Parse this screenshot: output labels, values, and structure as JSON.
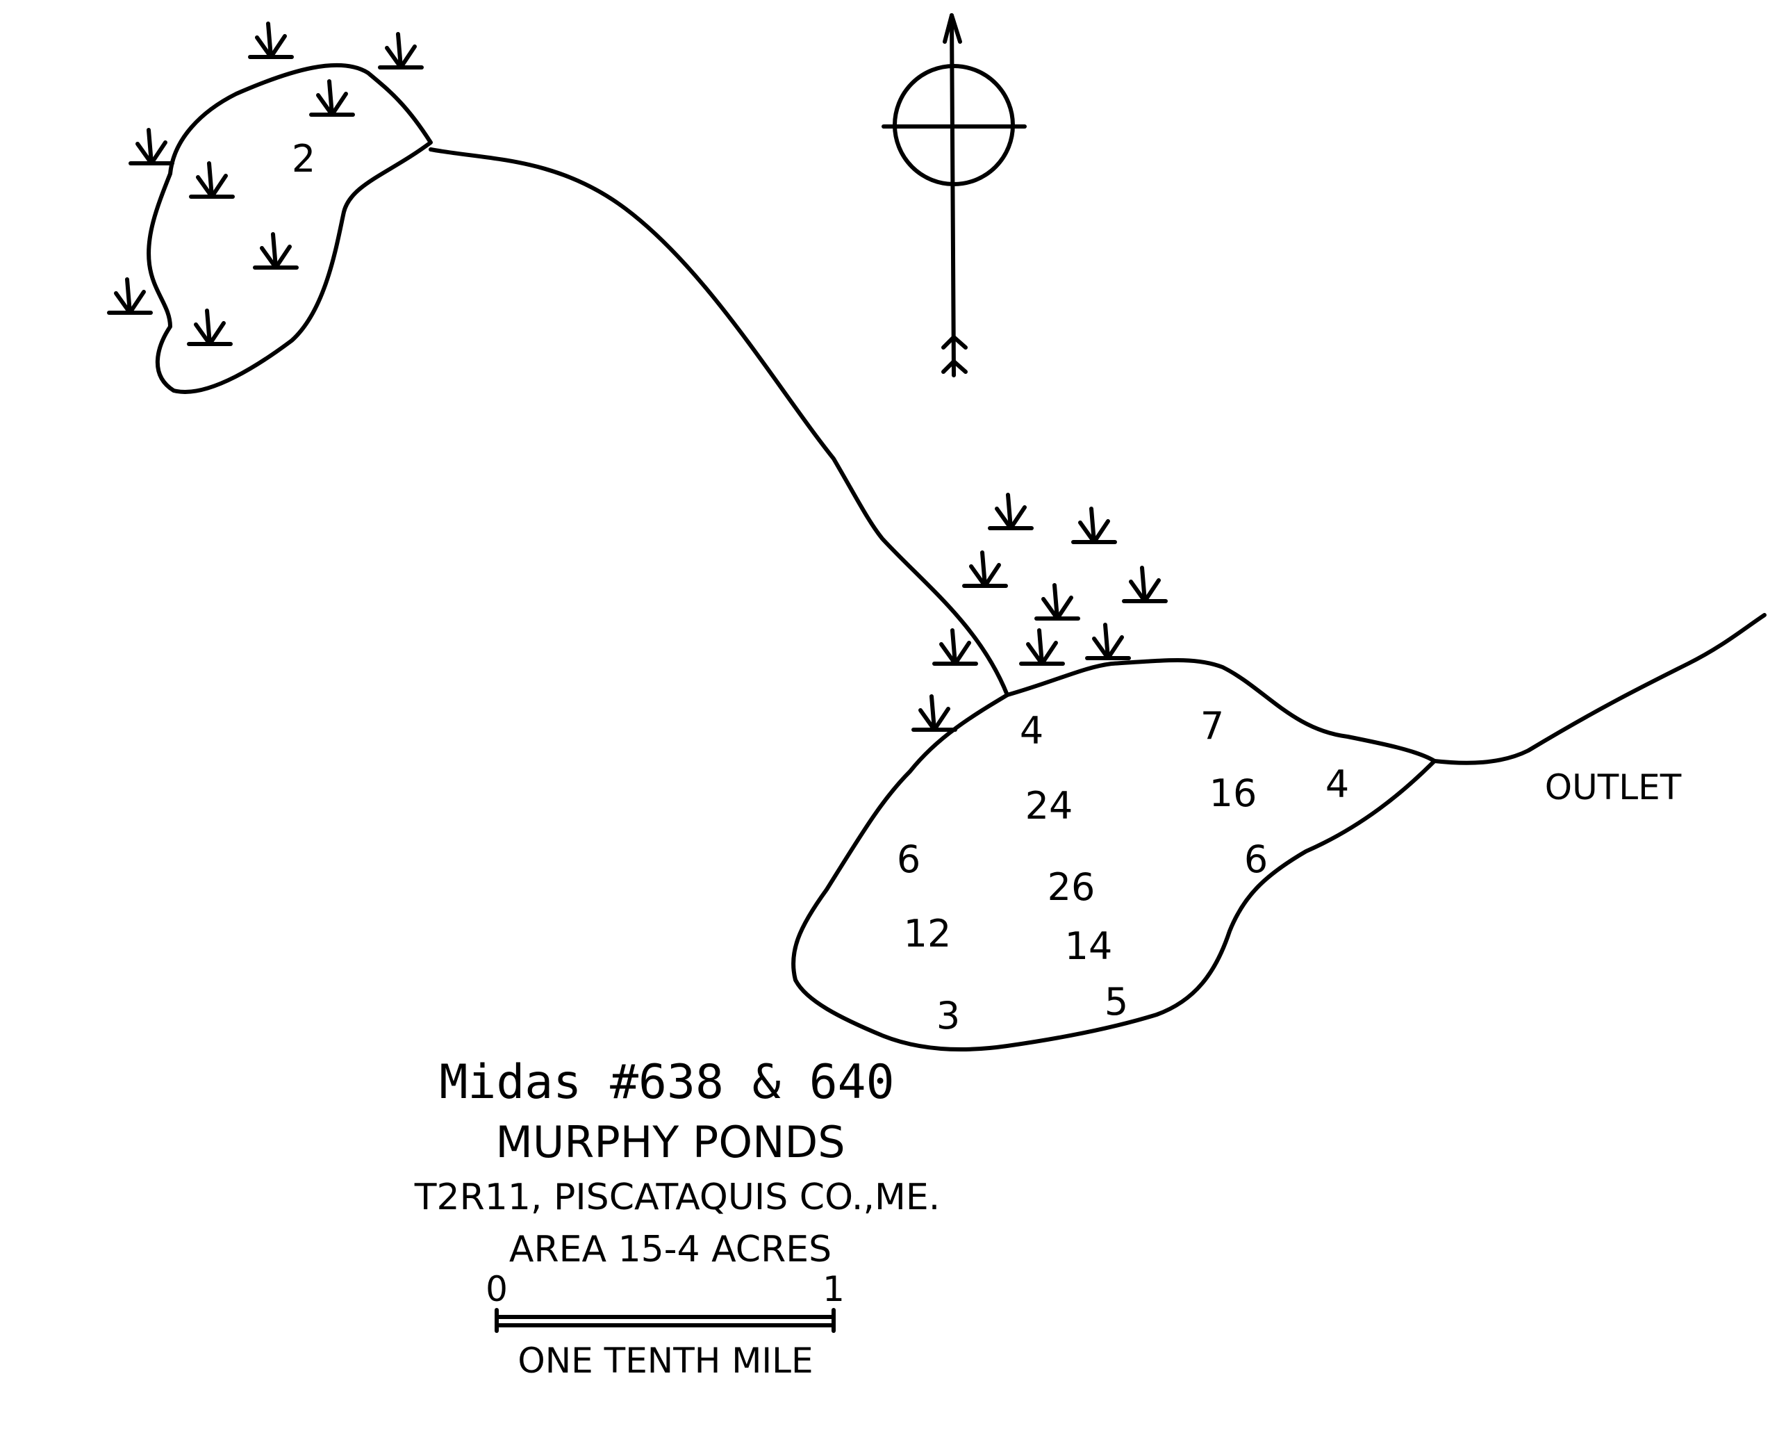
{
  "title_block": {
    "code": "Midas #638 & 640",
    "name": "MURPHY PONDS",
    "location": "T2R11, PISCATAQUIS CO.,ME.",
    "area": "AREA  15-4 ACRES"
  },
  "scale_bar": {
    "start_label": "0",
    "end_label": "1",
    "caption": "ONE TENTH MILE"
  },
  "labels": {
    "outlet": "OUTLET"
  },
  "depths": {
    "upper_pond": [
      "2"
    ],
    "lower_pond": [
      "4",
      "7",
      "24",
      "16",
      "4",
      "6",
      "6",
      "26",
      "12",
      "14",
      "3",
      "5"
    ]
  },
  "symbols": {
    "north_arrow": "north-arrow-icon",
    "marsh": "marsh-grass-icon"
  }
}
